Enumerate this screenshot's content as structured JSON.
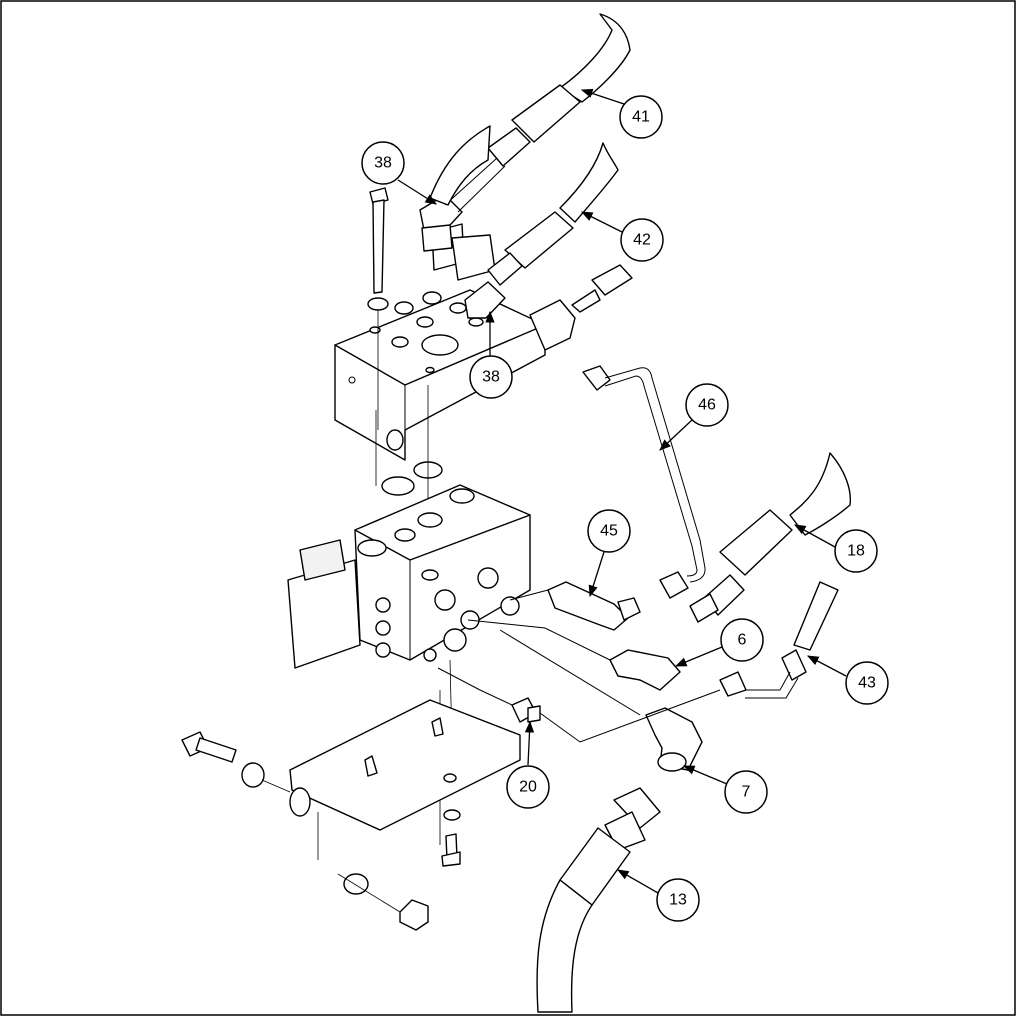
{
  "callouts": {
    "c41": "41",
    "c38_top": "38",
    "c42": "42",
    "c38_bottom": "38",
    "c46": "46",
    "c45": "45",
    "c18": "18",
    "c6": "6",
    "c43": "43",
    "c20": "20",
    "c7": "7",
    "c13": "13"
  },
  "colors": {
    "line": "#000000",
    "background": "#ffffff"
  }
}
